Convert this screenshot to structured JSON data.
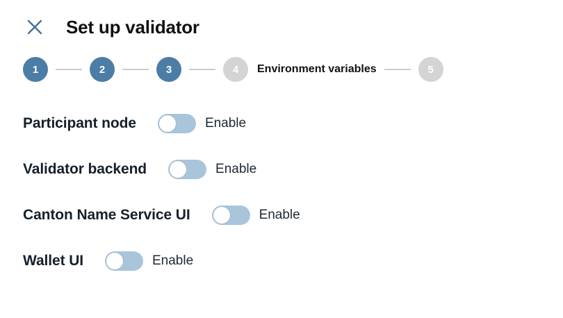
{
  "header": {
    "close_icon": "close-icon",
    "title": "Set up validator"
  },
  "stepper": {
    "steps": [
      {
        "number": "1",
        "label": "",
        "state": "done"
      },
      {
        "number": "2",
        "label": "",
        "state": "done"
      },
      {
        "number": "3",
        "label": "",
        "state": "done"
      },
      {
        "number": "4",
        "label": "Environment variables",
        "state": "current"
      },
      {
        "number": "5",
        "label": "",
        "state": "todo"
      }
    ]
  },
  "rows": [
    {
      "label": "Participant node",
      "toggle_state": "off",
      "toggle_text": "Enable"
    },
    {
      "label": "Validator backend",
      "toggle_state": "off",
      "toggle_text": "Enable"
    },
    {
      "label": "Canton Name Service UI",
      "toggle_state": "off",
      "toggle_text": "Enable"
    },
    {
      "label": "Wallet UI",
      "toggle_state": "off",
      "toggle_text": "Enable"
    }
  ],
  "colors": {
    "accent": "#4c7da6",
    "close_icon": "#45739b",
    "step_inactive": "#d4d4d4",
    "connector": "#cccccc",
    "toggle_track": "#a9c5dc",
    "toggle_knob": "#ffffff",
    "title": "#111111",
    "text": "#16202a",
    "background": "#ffffff"
  }
}
